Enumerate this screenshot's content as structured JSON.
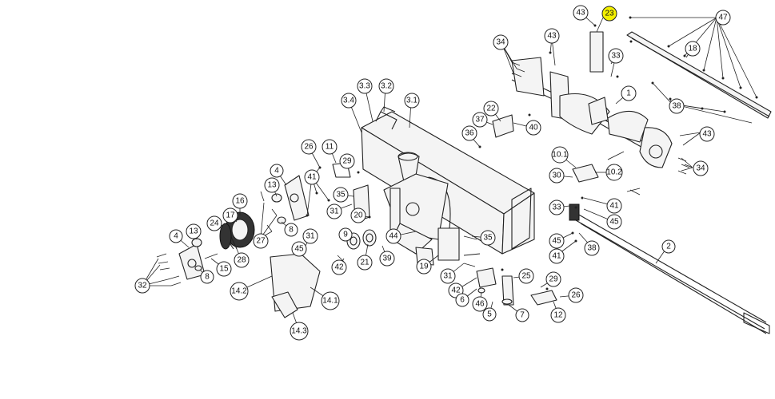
{
  "callouts": [
    {
      "id": "c43a",
      "label": "43"
    },
    {
      "id": "c23",
      "label": "23",
      "highlight": true
    },
    {
      "id": "c47",
      "label": "47"
    },
    {
      "id": "c34a",
      "label": "34"
    },
    {
      "id": "c43b",
      "label": "43"
    },
    {
      "id": "c33a",
      "label": "33"
    },
    {
      "id": "c18",
      "label": "18"
    },
    {
      "id": "c1",
      "label": "1"
    },
    {
      "id": "c38a",
      "label": "38"
    },
    {
      "id": "c22",
      "label": "22"
    },
    {
      "id": "c37",
      "label": "37"
    },
    {
      "id": "c40",
      "label": "40"
    },
    {
      "id": "c36",
      "label": "36"
    },
    {
      "id": "c43c",
      "label": "43"
    },
    {
      "id": "c34b",
      "label": "34"
    },
    {
      "id": "c10_1",
      "label": "10.1"
    },
    {
      "id": "c10_2",
      "label": "10.2"
    },
    {
      "id": "c30",
      "label": "30"
    },
    {
      "id": "c3_4",
      "label": "3.4"
    },
    {
      "id": "c3_3",
      "label": "3.3"
    },
    {
      "id": "c3_2",
      "label": "3.2"
    },
    {
      "id": "c3_1",
      "label": "3.1"
    },
    {
      "id": "c26a",
      "label": "26"
    },
    {
      "id": "c11",
      "label": "11"
    },
    {
      "id": "c29a",
      "label": "29"
    },
    {
      "id": "c4a",
      "label": "4"
    },
    {
      "id": "c41a",
      "label": "41"
    },
    {
      "id": "c13a",
      "label": "13"
    },
    {
      "id": "c35a",
      "label": "35"
    },
    {
      "id": "c16",
      "label": "16"
    },
    {
      "id": "c31a",
      "label": "31"
    },
    {
      "id": "c20",
      "label": "20"
    },
    {
      "id": "c17",
      "label": "17"
    },
    {
      "id": "c24",
      "label": "24"
    },
    {
      "id": "c8a",
      "label": "8"
    },
    {
      "id": "c27",
      "label": "27"
    },
    {
      "id": "c9",
      "label": "9"
    },
    {
      "id": "c21",
      "label": "21"
    },
    {
      "id": "c44",
      "label": "44"
    },
    {
      "id": "c39",
      "label": "39"
    },
    {
      "id": "c42a",
      "label": "42"
    },
    {
      "id": "c4b",
      "label": "4"
    },
    {
      "id": "c13b",
      "label": "13"
    },
    {
      "id": "c15",
      "label": "15"
    },
    {
      "id": "c28",
      "label": "28"
    },
    {
      "id": "c8b",
      "label": "8"
    },
    {
      "id": "c32",
      "label": "32"
    },
    {
      "id": "c31b",
      "label": "31"
    },
    {
      "id": "c45a",
      "label": "45"
    },
    {
      "id": "c14_2",
      "label": "14.2"
    },
    {
      "id": "c14_1",
      "label": "14.1"
    },
    {
      "id": "c14_3",
      "label": "14.3"
    },
    {
      "id": "c35b",
      "label": "35"
    },
    {
      "id": "c19",
      "label": "19"
    },
    {
      "id": "c31c",
      "label": "31"
    },
    {
      "id": "c42b",
      "label": "42"
    },
    {
      "id": "c6",
      "label": "6"
    },
    {
      "id": "c46",
      "label": "46"
    },
    {
      "id": "c5",
      "label": "5"
    },
    {
      "id": "c25",
      "label": "25"
    },
    {
      "id": "c7",
      "label": "7"
    },
    {
      "id": "c33b",
      "label": "33"
    },
    {
      "id": "c41b",
      "label": "41"
    },
    {
      "id": "c45b",
      "label": "45"
    },
    {
      "id": "c45c",
      "label": "45"
    },
    {
      "id": "c41c",
      "label": "41"
    },
    {
      "id": "c38b",
      "label": "38"
    },
    {
      "id": "c2",
      "label": "2"
    },
    {
      "id": "c29b",
      "label": "29"
    },
    {
      "id": "c26b",
      "label": "26"
    },
    {
      "id": "c12",
      "label": "12"
    }
  ],
  "colors": {
    "highlight": "#f3f000",
    "line": "#222222",
    "background": "#ffffff"
  }
}
